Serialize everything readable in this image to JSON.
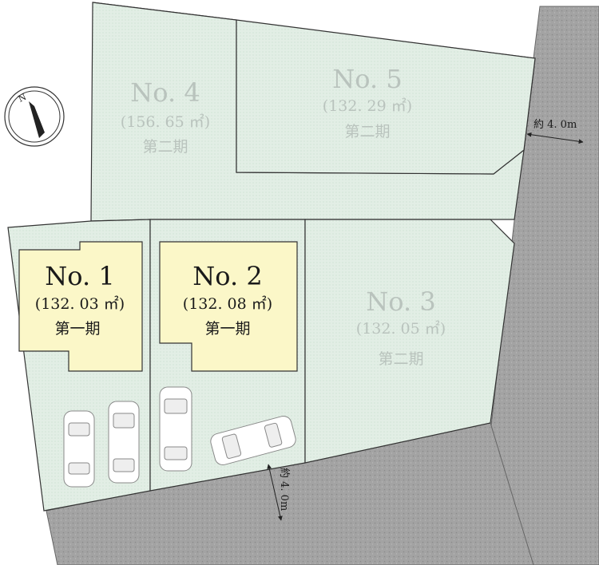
{
  "lots": [
    {
      "no": "No. 1",
      "area": "(132. 03 ㎡)",
      "phase": "第一期",
      "highlight": true
    },
    {
      "no": "No. 2",
      "area": "(132. 08 ㎡)",
      "phase": "第一期",
      "highlight": true
    },
    {
      "no": "No. 3",
      "area": "(132. 05 ㎡)",
      "phase": "第二期",
      "highlight": false
    },
    {
      "no": "No. 4",
      "area": "(156. 65 ㎡)",
      "phase": "第二期",
      "highlight": false
    },
    {
      "no": "No. 5",
      "area": "(132. 29 ㎡)",
      "phase": "第二期",
      "highlight": false
    }
  ],
  "roads": {
    "east_width": "約 4. 0m",
    "south_width": "約 4. 0m"
  },
  "compass": {
    "north": "N"
  },
  "colors": {
    "lot_fill": "#e3efe6",
    "highlight_fill": "#fbf7c8",
    "road_fill": "#9c9c9c",
    "line": "#333333",
    "faded_text": "#b9c3bd"
  }
}
